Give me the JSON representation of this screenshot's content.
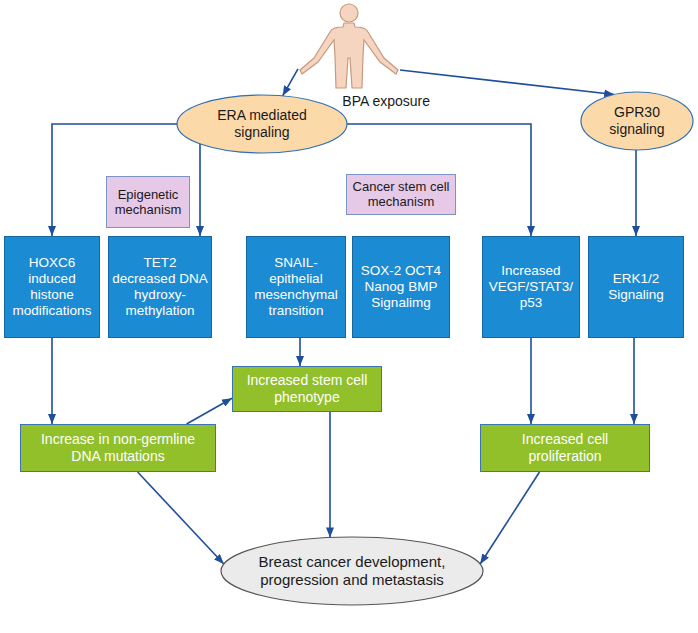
{
  "diagram": {
    "nodes": [
      {
        "text": [
          "BPA exposure"
        ]
      },
      {
        "text": [
          "ERA mediated signaling"
        ]
      },
      {
        "text": [
          "GPR30 signaling"
        ]
      },
      {
        "text": [
          "Epigenetic mechanism"
        ]
      },
      {
        "text": [
          "Cancer stem cell mechanism"
        ]
      },
      {
        "text": [
          "HOXC6 induced histone modifications"
        ]
      },
      {
        "text": [
          "TET2 decreased DNA hydroxy- methylation"
        ]
      },
      {
        "text": [
          "SNAIL- epithelial mesenchymal transition"
        ]
      },
      {
        "text": [
          "SOX-2 OCT4 Nanog BMP Signalimg"
        ]
      },
      {
        "text": [
          "Increased VEGF/STAT3/ p53"
        ]
      },
      {
        "text": [
          "ERK1/2 Signaling"
        ]
      },
      {
        "text": [
          "Increased stem cell phenotype"
        ]
      },
      {
        "text": [
          "Increase in non-germline DNA mutations"
        ]
      },
      {
        "text": [
          "Increased cell proliferation"
        ]
      },
      {
        "text": [
          "Breast cancer development, progression and metastasis"
        ]
      }
    ],
    "edges": [
      {
        "from": 0,
        "to": 1,
        "arrow": "to"
      },
      {
        "from": 0,
        "to": 2,
        "arrow": "to"
      },
      {
        "from": 1,
        "to": 5,
        "arrow": "to"
      },
      {
        "from": 1,
        "to": 6,
        "arrow": "to"
      },
      {
        "from": 1,
        "to": 9,
        "arrow": "to"
      },
      {
        "from": 2,
        "to": 10,
        "arrow": "to"
      },
      {
        "from": 5,
        "to": 12,
        "arrow": "to"
      },
      {
        "from": 7,
        "to": 11,
        "arrow": "to"
      },
      {
        "from": 12,
        "to": 11,
        "arrow": "to"
      },
      {
        "from": 9,
        "to": 13,
        "arrow": "to"
      },
      {
        "from": 10,
        "to": 13,
        "arrow": "to"
      },
      {
        "from": 12,
        "to": 14,
        "arrow": "to"
      },
      {
        "from": 11,
        "to": 14,
        "arrow": "to"
      },
      {
        "from": 13,
        "to": 14,
        "arrow": "to"
      }
    ]
  }
}
